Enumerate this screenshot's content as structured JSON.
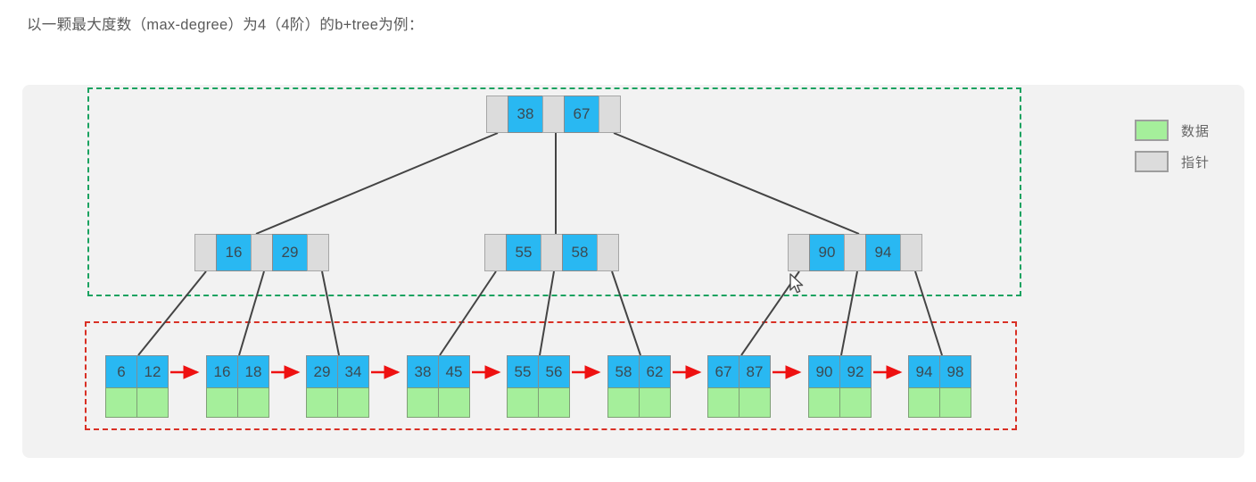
{
  "caption": "以一颗最大度数（max-degree）为4（4阶）的b+tree为例：",
  "legend": {
    "items": [
      {
        "label": "数据",
        "color": "#a5ef9b",
        "name": "data"
      },
      {
        "label": "指针",
        "color": "#dcdcdc",
        "name": "pointer"
      }
    ]
  },
  "colors": {
    "key_cell": "#29b8f2",
    "data_cell": "#a5ef9b",
    "pointer_cell": "#dcdcdc",
    "internal_group_border": "#1aa260",
    "leaf_group_border": "#d93025",
    "leaf_link_arrow": "#ee1111",
    "tree_edge": "#444444",
    "panel_background": "#f2f2f2"
  },
  "chart_data": {
    "type": "diagram",
    "title": "B+tree (max-degree 4)",
    "levels": [
      {
        "level": 0,
        "role": "root",
        "nodes": [
          {
            "id": "root",
            "keys": [
              "38",
              "67"
            ],
            "pointers": 3
          }
        ]
      },
      {
        "level": 1,
        "role": "internal",
        "nodes": [
          {
            "id": "i1",
            "keys": [
              "16",
              "29"
            ],
            "pointers": 3
          },
          {
            "id": "i2",
            "keys": [
              "55",
              "58"
            ],
            "pointers": 3
          },
          {
            "id": "i3",
            "keys": [
              "90",
              "94"
            ],
            "pointers": 3
          }
        ]
      },
      {
        "level": 2,
        "role": "leaf",
        "nodes": [
          {
            "id": "l1",
            "keys": [
              "6",
              "12"
            ]
          },
          {
            "id": "l2",
            "keys": [
              "16",
              "18"
            ]
          },
          {
            "id": "l3",
            "keys": [
              "29",
              "34"
            ]
          },
          {
            "id": "l4",
            "keys": [
              "38",
              "45"
            ]
          },
          {
            "id": "l5",
            "keys": [
              "55",
              "56"
            ]
          },
          {
            "id": "l6",
            "keys": [
              "58",
              "62"
            ]
          },
          {
            "id": "l7",
            "keys": [
              "67",
              "87"
            ]
          },
          {
            "id": "l8",
            "keys": [
              "90",
              "92"
            ]
          },
          {
            "id": "l9",
            "keys": [
              "94",
              "98"
            ]
          }
        ]
      }
    ],
    "leaf_chain": [
      "l1",
      "l2",
      "l3",
      "l4",
      "l5",
      "l6",
      "l7",
      "l8",
      "l9"
    ],
    "groups": [
      {
        "name": "index-region",
        "border": "green-dashed",
        "contains": "root + internal nodes"
      },
      {
        "name": "leaf-region",
        "border": "red-dashed",
        "contains": "leaf nodes with data"
      }
    ]
  },
  "nodes": {
    "root": {
      "k0": "38",
      "k1": "67"
    },
    "i1": {
      "k0": "16",
      "k1": "29"
    },
    "i2": {
      "k0": "55",
      "k1": "58"
    },
    "i3": {
      "k0": "90",
      "k1": "94"
    },
    "l1": {
      "k0": "6",
      "k1": "12"
    },
    "l2": {
      "k0": "16",
      "k1": "18"
    },
    "l3": {
      "k0": "29",
      "k1": "34"
    },
    "l4": {
      "k0": "38",
      "k1": "45"
    },
    "l5": {
      "k0": "55",
      "k1": "56"
    },
    "l6": {
      "k0": "58",
      "k1": "62"
    },
    "l7": {
      "k0": "67",
      "k1": "87"
    },
    "l8": {
      "k0": "90",
      "k1": "92"
    },
    "l9": {
      "k0": "94",
      "k1": "98"
    }
  }
}
